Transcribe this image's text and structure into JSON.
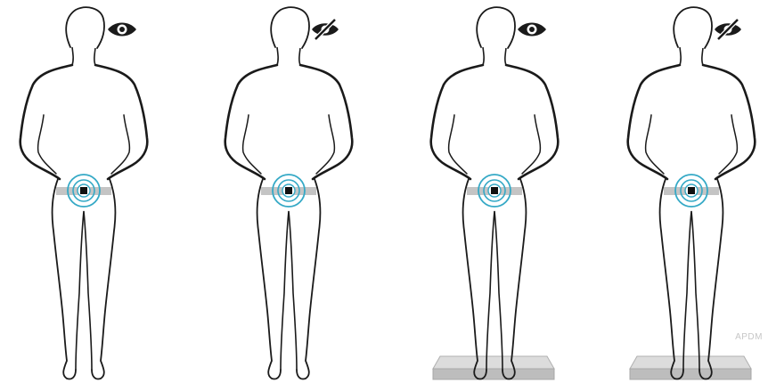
{
  "conditions": [
    {
      "id": "eyes-open-firm",
      "eyes": "open",
      "surface": "firm"
    },
    {
      "id": "eyes-closed-firm",
      "eyes": "closed",
      "surface": "firm"
    },
    {
      "id": "eyes-open-foam",
      "eyes": "open",
      "surface": "foam"
    },
    {
      "id": "eyes-closed-foam",
      "eyes": "closed",
      "surface": "foam"
    }
  ],
  "colors": {
    "outline": "#1a1a1a",
    "sensor_ring": "#35a9c6",
    "belt": "#c4c4c4",
    "pad_top": "#dcdcdc",
    "pad_side": "#bdbdbd"
  },
  "icons": {
    "eyes_open": "eye-icon",
    "eyes_closed": "eye-slash-icon"
  },
  "watermark": "APDM"
}
